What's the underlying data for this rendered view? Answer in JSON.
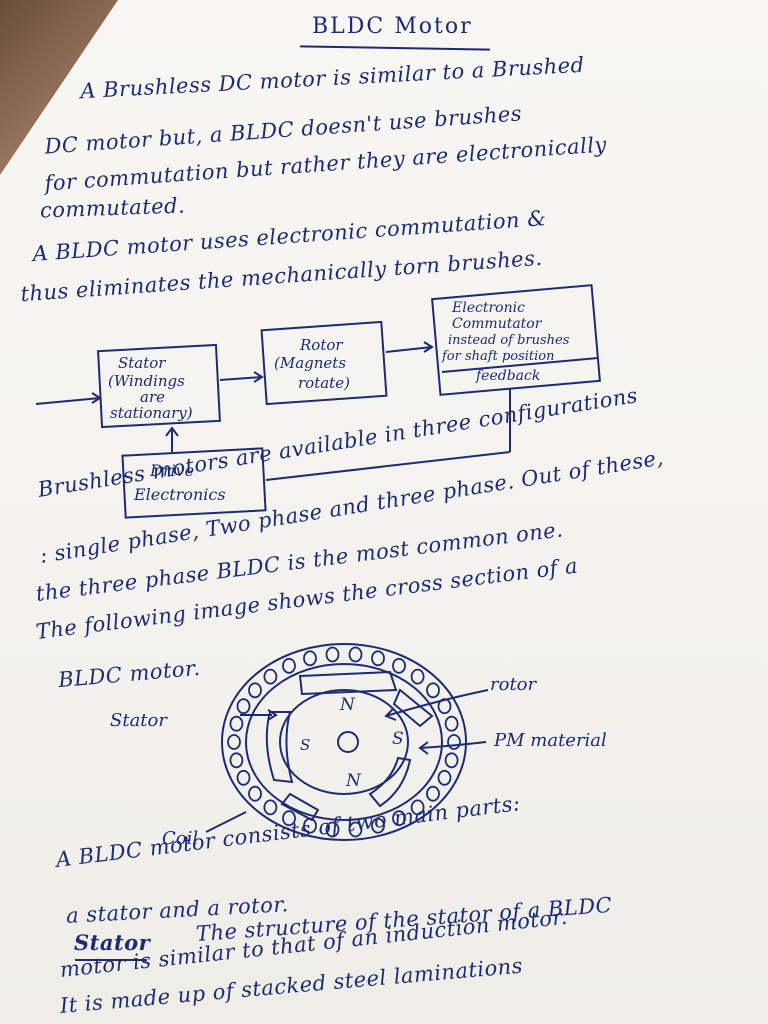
{
  "title": "BLDC Motor",
  "paragraph1": [
    "A  Brushless DC motor is similar to a Brushed",
    "DC motor but, a BLDC doesn't use brushes",
    "for commutation but rather they are electronically",
    "commutated."
  ],
  "paragraph2": [
    "A BLDC motor uses electronic commutation &",
    "thus eliminates the mechanically torn brushes."
  ],
  "block_diagram": {
    "stator_box": [
      "Stator",
      "(Windings",
      "are",
      "stationary)"
    ],
    "rotor_box": [
      "Rotor",
      "(Magnets",
      "rotate)"
    ],
    "commutator_box": [
      "Electronic",
      "Commutator",
      "instead of brushes",
      "for shaft position",
      "feedback"
    ],
    "drive_box": [
      "Drive",
      "Electronics"
    ]
  },
  "paragraph3": [
    "Brushless motors are available in three configurations",
    ": single phase, Two phase and three phase. Out of these,",
    "the three phase BLDC is the most common one.",
    "The following image shows the cross section of a",
    "BLDC motor."
  ],
  "motor_diagram": {
    "stator_label": "Stator",
    "rotor_label": "rotor",
    "pm_label": "PM material",
    "coil_label": "Coil",
    "pole_n_top": "N",
    "pole_n_bottom": "N",
    "pole_s_left": "S",
    "pole_s_right": "S"
  },
  "paragraph4": [
    "A BLDC motor consists of two main parts:",
    "a stator and a rotor.",
    "The structure of the stator of a BLDC",
    "motor is similar to that of an induction motor.",
    "It is made up of stacked steel laminations"
  ],
  "stator_heading": "Stator"
}
